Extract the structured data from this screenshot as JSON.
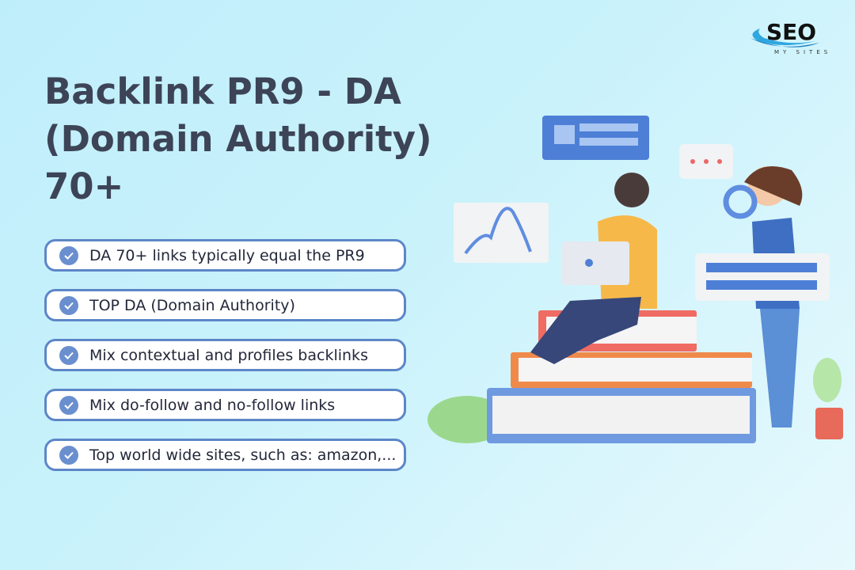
{
  "logo": {
    "brand": "SEO",
    "tagline": "MY SITES"
  },
  "title": [
    "Backlink PR9 - DA",
    "(Domain Authority)",
    "70+"
  ],
  "features": [
    "DA 70+ links typically equal the PR9",
    "TOP DA (Domain Authority)",
    "Mix contextual and profiles backlinks",
    "Mix do-follow and no-follow links",
    "Top world wide sites, such as: amazon,..."
  ],
  "colors": {
    "title": "#3d4457",
    "accent": "#5d86c8"
  }
}
